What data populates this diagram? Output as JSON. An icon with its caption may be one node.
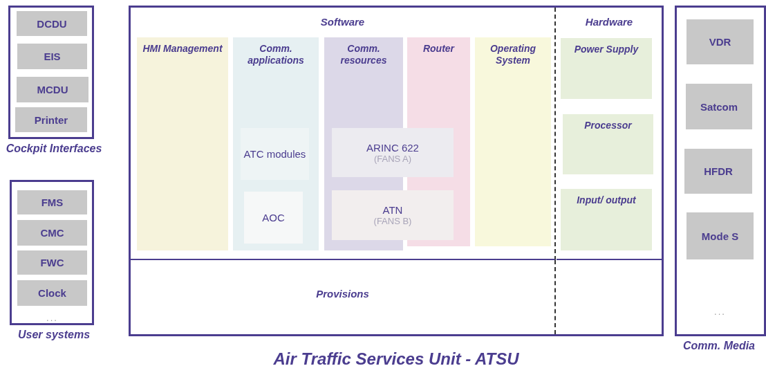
{
  "diagram": {
    "nodes": [
      {
        "text": [
          "Cockpit Interfaces"
        ]
      },
      {
        "text": [
          "DCDU"
        ],
        "in": 0
      },
      {
        "text": [
          "EIS"
        ],
        "in": 0
      },
      {
        "text": [
          "MCDU"
        ],
        "in": 0
      },
      {
        "text": [
          "Printer"
        ],
        "in": 0
      },
      {
        "text": [
          "User systems"
        ]
      },
      {
        "text": [
          "FMS"
        ],
        "in": 5
      },
      {
        "text": [
          "CMC"
        ],
        "in": 5
      },
      {
        "text": [
          "FWC"
        ],
        "in": 5
      },
      {
        "text": [
          "Clock"
        ],
        "in": 5
      },
      {
        "text": [
          "Air Traffic Services Unit - ATSU"
        ]
      },
      {
        "text": [
          "Software"
        ],
        "in": 10
      },
      {
        "text": [
          "HMI Management"
        ],
        "in": 11
      },
      {
        "text": [
          "Comm. applications"
        ],
        "in": 11
      },
      {
        "text": [
          "ATC modules"
        ],
        "in": 13
      },
      {
        "text": [
          "AOC"
        ],
        "in": 13
      },
      {
        "text": [
          "Comm. resources"
        ],
        "in": 11
      },
      {
        "text": [
          "ARINC 622",
          "(FANS A)"
        ],
        "in": 11
      },
      {
        "text": [
          "ATN",
          "(FANS B)"
        ],
        "in": 11
      },
      {
        "text": [
          "Router"
        ],
        "in": 11
      },
      {
        "text": [
          "Operating System"
        ],
        "in": 11
      },
      {
        "text": [
          "Hardware"
        ],
        "in": 10
      },
      {
        "text": [
          "Power Supply"
        ],
        "in": 21
      },
      {
        "text": [
          "Processor"
        ],
        "in": 21
      },
      {
        "text": [
          "Input/ output"
        ],
        "in": 21
      },
      {
        "text": [
          "Provisions"
        ],
        "in": 10
      },
      {
        "text": [
          "Comm. Media"
        ]
      },
      {
        "text": [
          "VDR"
        ],
        "in": 26
      },
      {
        "text": [
          "Satcom"
        ],
        "in": 26
      },
      {
        "text": [
          "HFDR"
        ],
        "in": 26
      },
      {
        "text": [
          "Mode S"
        ],
        "in": 26
      }
    ],
    "labels": [
      "...",
      "..."
    ]
  }
}
